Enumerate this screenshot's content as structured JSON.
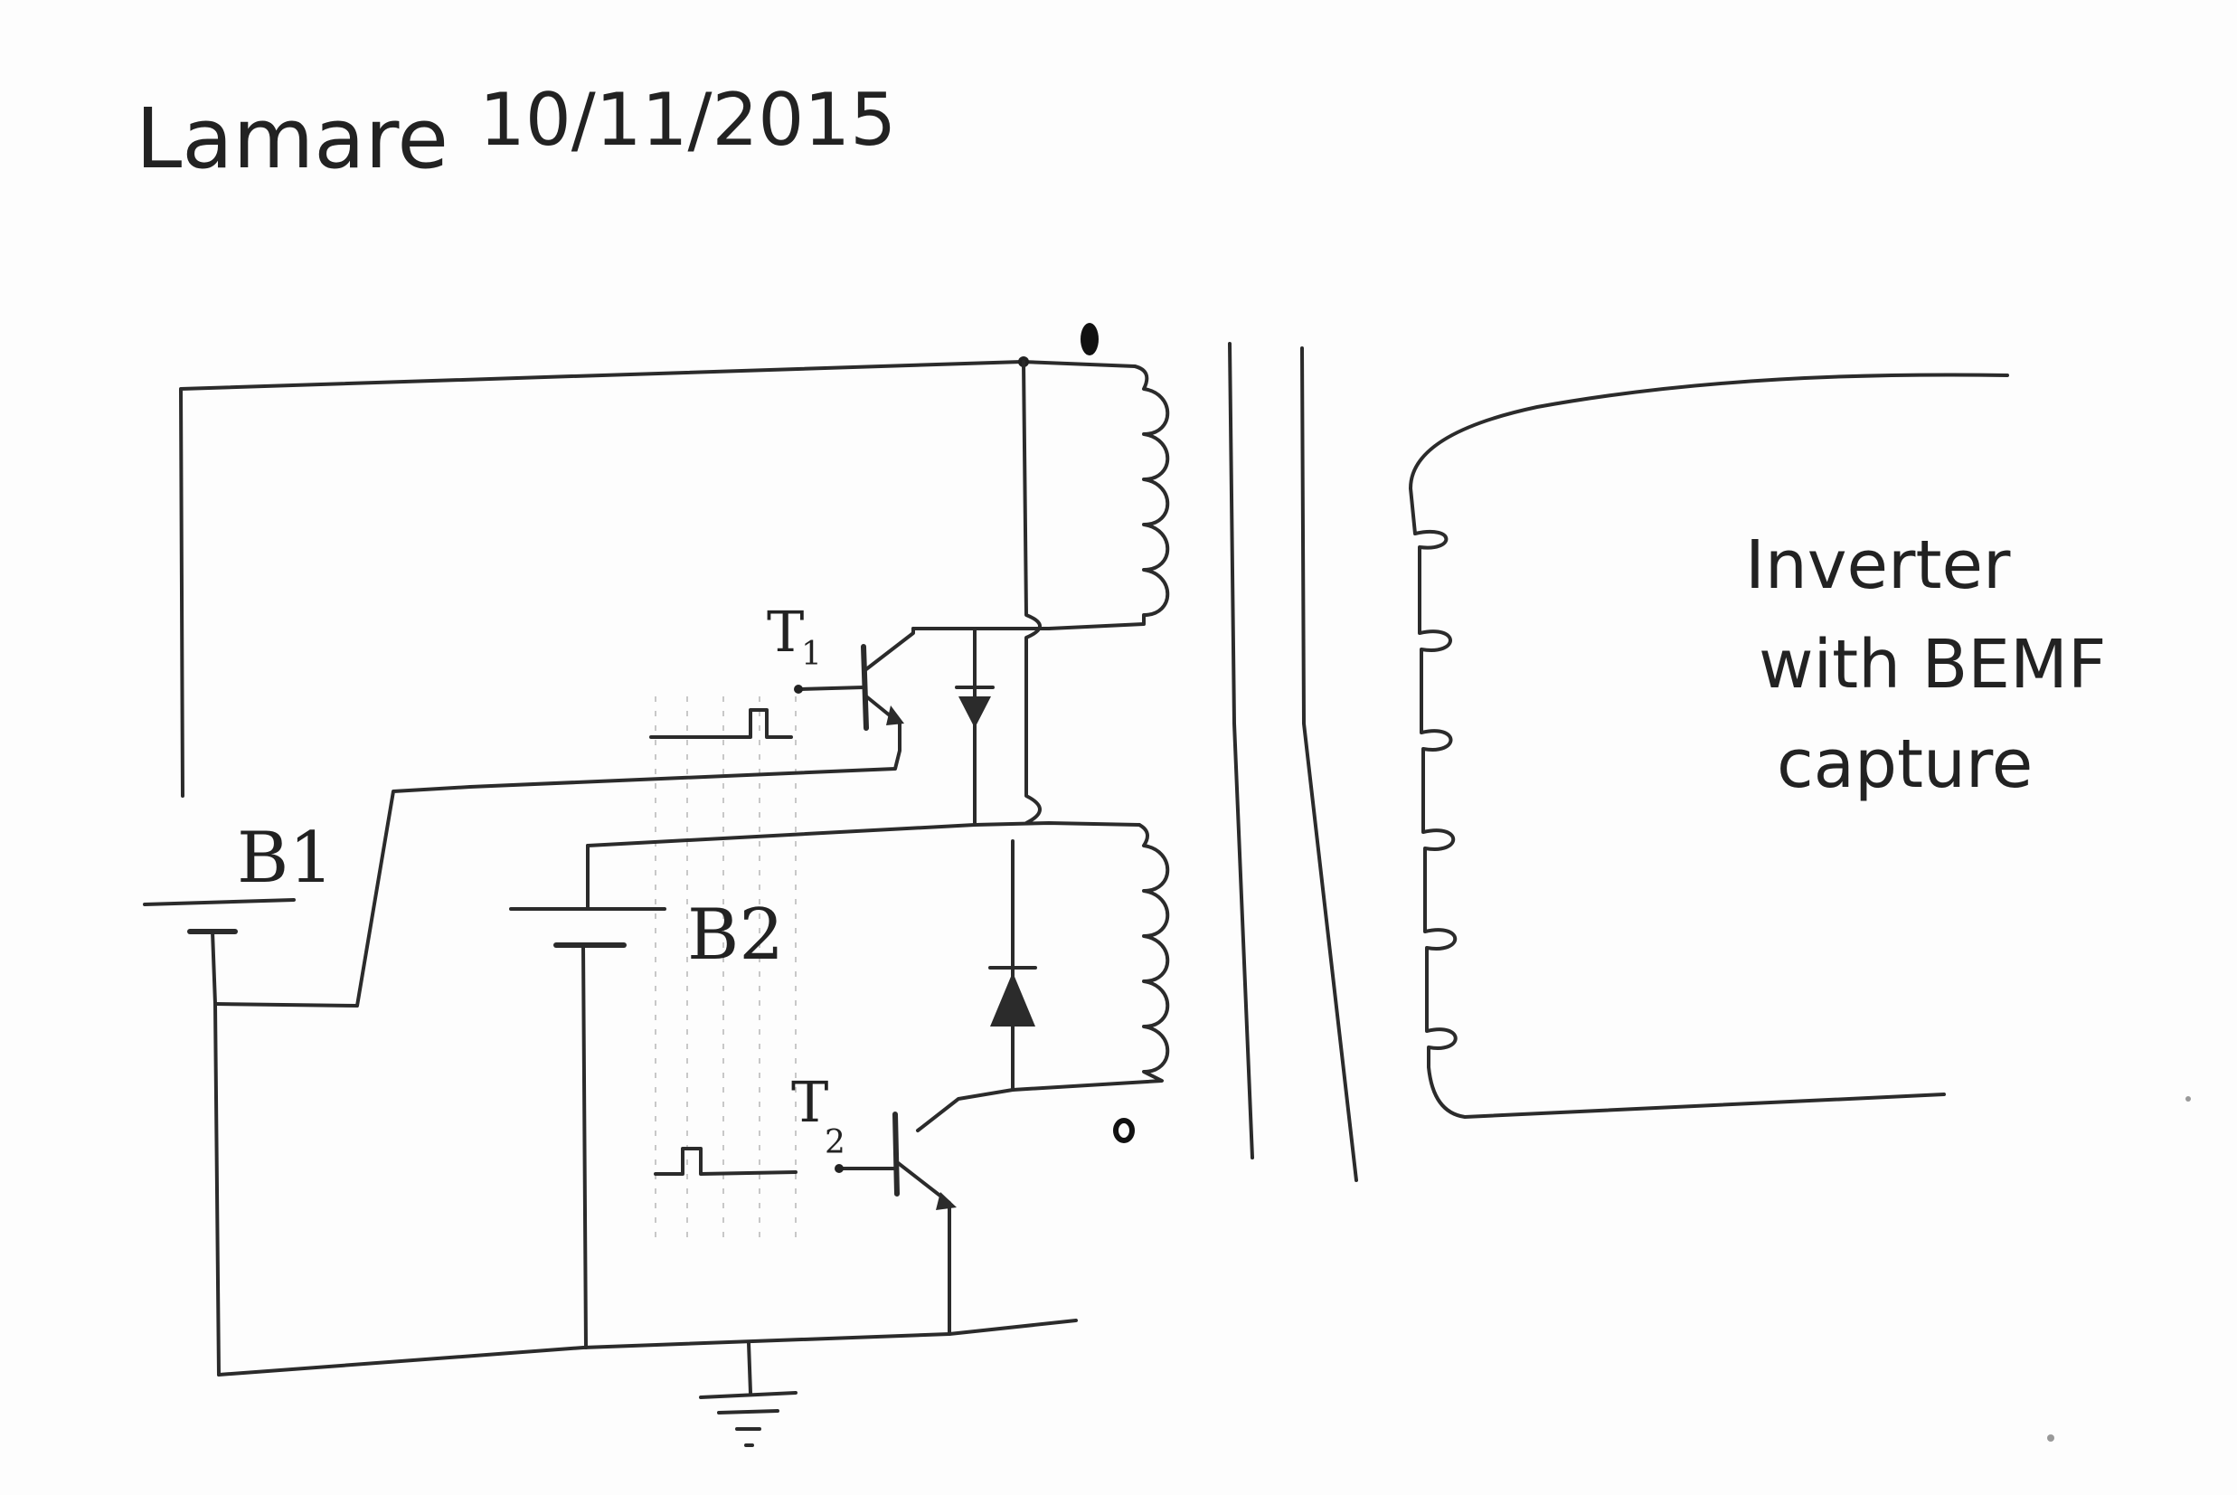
{
  "header": {
    "author": "Lamare",
    "date": "10/11/2015"
  },
  "labels": {
    "battery_1": "B1",
    "battery_2": "B2",
    "transistor_1_letter": "T",
    "transistor_1_sub": "1",
    "transistor_2_letter": "T",
    "transistor_2_sub": "2"
  },
  "caption": {
    "line1": "Inverter",
    "line2": "with BEMF",
    "line3": "capture"
  }
}
